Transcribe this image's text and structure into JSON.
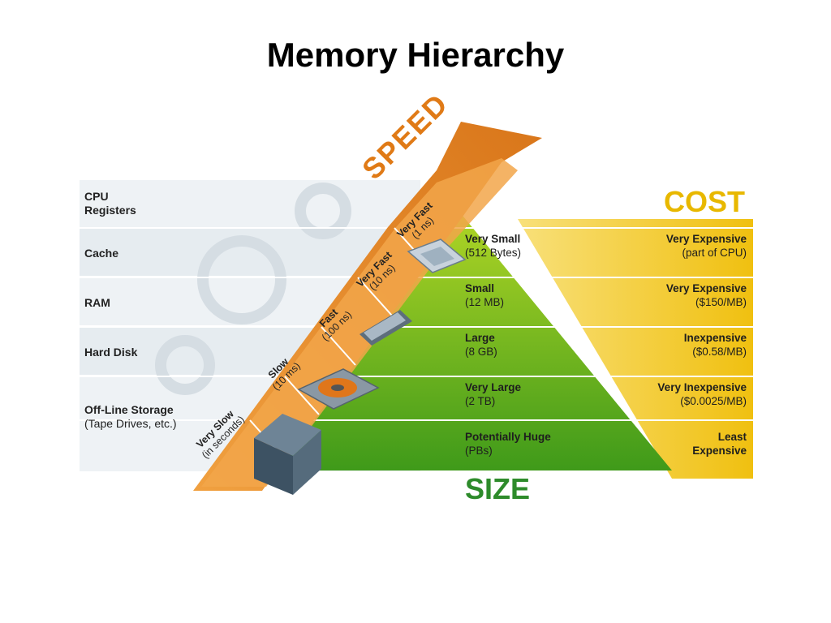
{
  "title": "Memory Hierarchy",
  "axes": {
    "speed": "SPEED",
    "cost": "COST",
    "size": "SIZE"
  },
  "levels": [
    {
      "name": "CPU",
      "name2": "Registers",
      "detail": "",
      "speed": "Very Fast",
      "speed_detail": "(1 ns)",
      "size": "Very Small",
      "size_detail": "(512 Bytes)",
      "cost": "Very Expensive",
      "cost_detail": "(part of CPU)"
    },
    {
      "name": "Cache",
      "name2": "",
      "detail": "",
      "speed": "Very Fast",
      "speed_detail": "(10 ns)",
      "size": "Small",
      "size_detail": "(12 MB)",
      "cost": "Very Expensive",
      "cost_detail": "($150/MB)"
    },
    {
      "name": "RAM",
      "name2": "",
      "detail": "",
      "speed": "Fast",
      "speed_detail": "(100 ns)",
      "size": "Large",
      "size_detail": "(8 GB)",
      "cost": "Inexpensive",
      "cost_detail": "($0.58/MB)"
    },
    {
      "name": "Hard Disk",
      "name2": "",
      "detail": "",
      "speed": "Slow",
      "speed_detail": "(10 ms)",
      "size": "Very Large",
      "size_detail": "(2 TB)",
      "cost": "Very Inexpensive",
      "cost_detail": "($0.0025/MB)"
    },
    {
      "name": "Off-Line Storage",
      "name2": "",
      "detail": "(Tape Drives, etc.)",
      "speed": "Very Slow",
      "speed_detail": "(in seconds)",
      "size": "Potentially Huge",
      "size_detail": "(PBs)",
      "cost": "Least",
      "cost_detail": "Expensive"
    }
  ],
  "colors": {
    "speed_arrow": "#e0891c",
    "speed_steps": "#f2a64a",
    "pyramid_top": "#a6cf1d",
    "pyramid_bottom": "#3f9a1a",
    "cost_band": "#f2c514",
    "size_text": "#2e8b2b",
    "cost_text": "#e8b800",
    "row_band": "#e9eef2"
  }
}
